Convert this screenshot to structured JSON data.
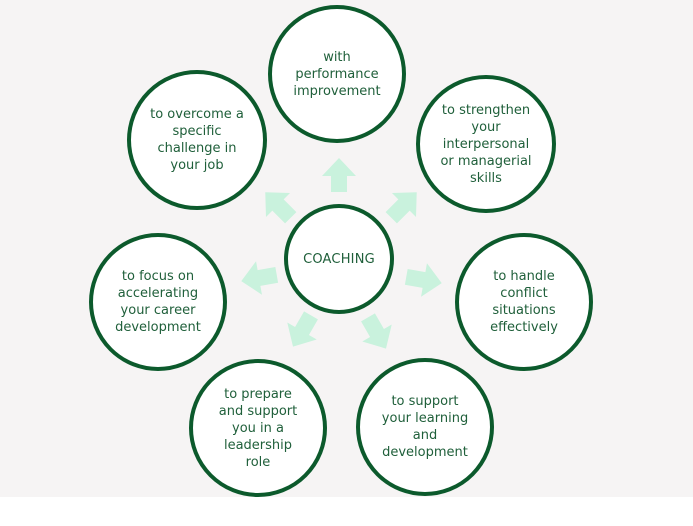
{
  "diagram": {
    "center": {
      "label": "COACHING"
    },
    "nodes": [
      {
        "id": "top",
        "label": "with\nperformance\nimprovement"
      },
      {
        "id": "upper-right",
        "label": "to strengthen\nyour\ninterpersonal\nor managerial\nskills"
      },
      {
        "id": "right",
        "label": "to handle\nconflict\nsituations\neffectively"
      },
      {
        "id": "lower-right",
        "label": "to support\nyour learning\nand\ndevelopment"
      },
      {
        "id": "lower-left",
        "label": "to prepare\nand support\nyou in a\nleadership\nrole"
      },
      {
        "id": "left",
        "label": "to focus on\naccelerating\nyour career\ndevelopment"
      },
      {
        "id": "upper-left",
        "label": "to overcome a\nspecific\nchallenge in\nyour job"
      }
    ],
    "colors": {
      "ring": "#0c5a2c",
      "text": "#1f5f3a",
      "arrow": "#c9f2dd",
      "background": "#f6f4f4"
    }
  }
}
